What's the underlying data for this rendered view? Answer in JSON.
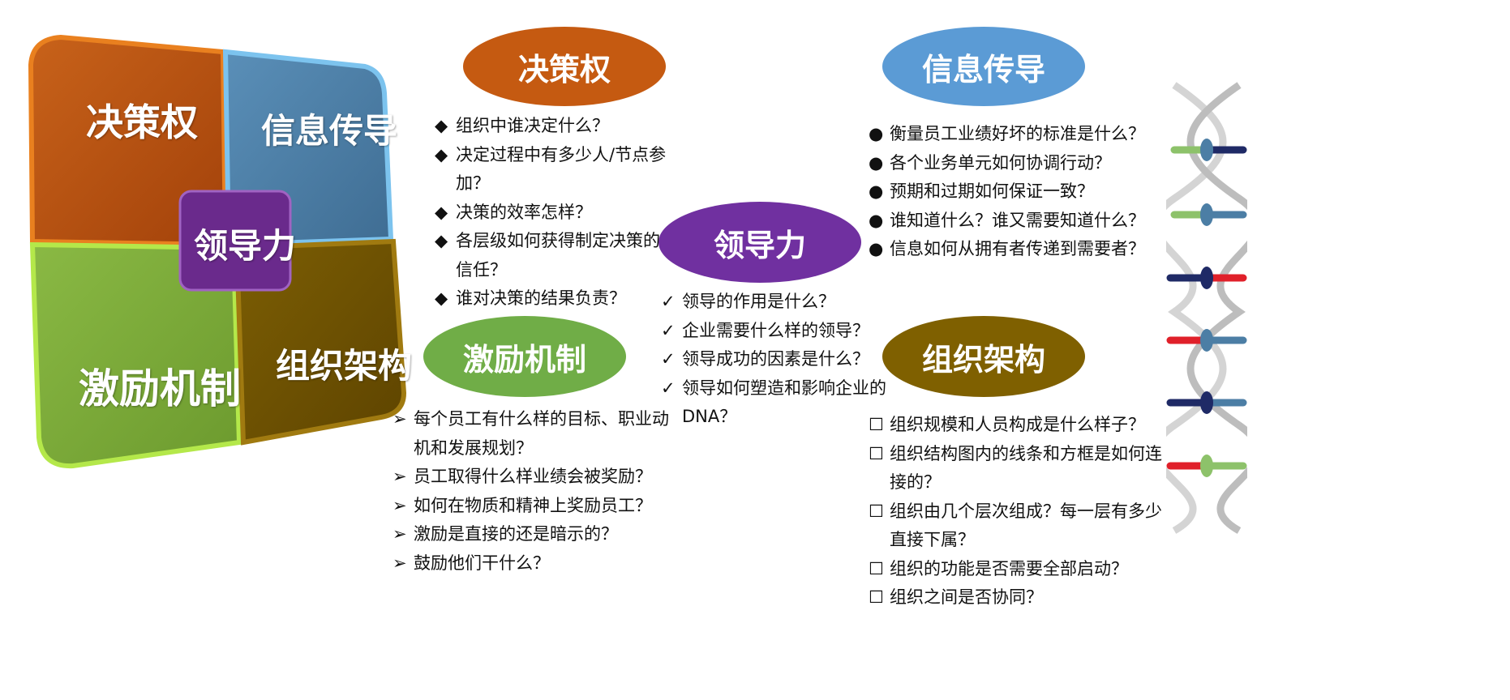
{
  "matrix": {
    "quadrants": {
      "decision": "决策权",
      "info": "信息传导",
      "incentive": "激励机制",
      "structure": "组织架构"
    },
    "center": "领导力",
    "colors": {
      "decision": "#B54A0C",
      "info": "#4C7EA5",
      "incentive": "#7AAA38",
      "structure": "#6E5200",
      "center": "#6A2A8C"
    }
  },
  "sections": {
    "decision": {
      "title": "决策权",
      "color": "#C55A11",
      "bullet": "diamond",
      "items": [
        "组织中谁决定什么？",
        "决定过程中有多少人/节点参加？",
        "决策的效率怎样？",
        "各层级如何获得制定决策的信任？",
        "谁对决策的结果负责？"
      ]
    },
    "info": {
      "title": "信息传导",
      "color": "#5B9BD5",
      "bullet": "circle",
      "items": [
        "衡量员工业绩好坏的标准是什么？",
        "各个业务单元如何协调行动？",
        "预期和过期如何保证一致？",
        "谁知道什么？谁又需要知道什么？",
        "信息如何从拥有者传递到需要者？"
      ]
    },
    "leadership": {
      "title": "领导力",
      "color": "#7030A0",
      "bullet": "check",
      "items": [
        "领导的作用是什么？",
        "企业需要什么样的领导？",
        "领导成功的因素是什么？",
        "领导如何塑造和影响企业的DNA？"
      ]
    },
    "incentive": {
      "title": "激励机制",
      "color": "#70AD47",
      "bullet": "arrow",
      "items": [
        "每个员工有什么样的目标、职业动机和发展规划？",
        "员工取得什么样业绩会被奖励？",
        "如何在物质和精神上奖励员工？",
        "激励是直接的还是暗示的？",
        "鼓励他们干什么？"
      ]
    },
    "structure": {
      "title": "组织架构",
      "color": "#7F6000",
      "bullet": "square",
      "items": [
        "组织规模和人员构成是什么样子？",
        "组织结构图内的线条和方框是如何连接的？",
        "组织由几个层次组成？每一层有多少直接下属？",
        "组织的功能是否需要全部启动？",
        "组织之间是否协同？"
      ]
    }
  },
  "dna": {
    "icon": "dna-helix-icon"
  }
}
